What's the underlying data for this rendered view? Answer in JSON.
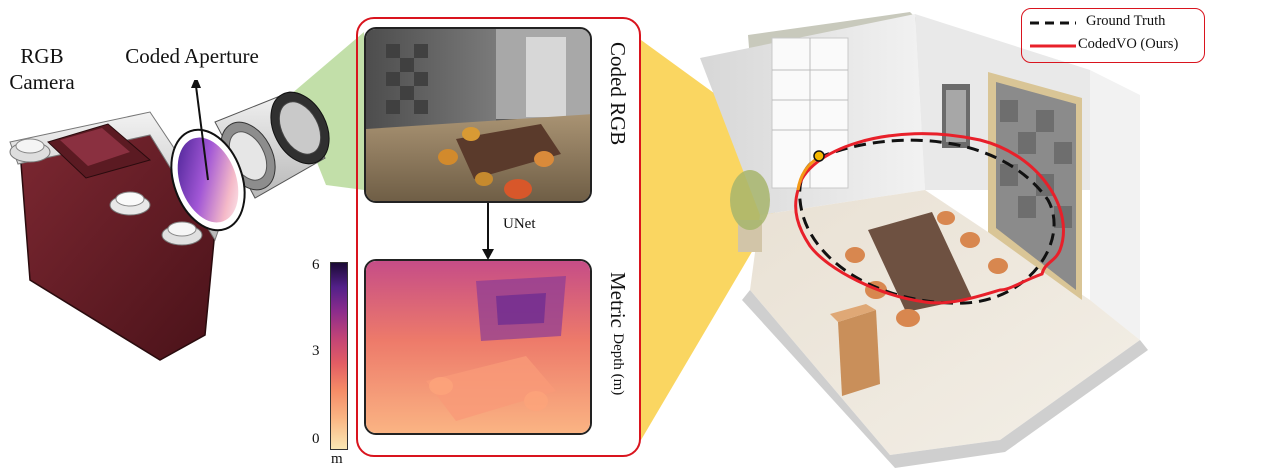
{
  "labels": {
    "camera_line1": "RGB",
    "camera_line2": "Camera",
    "coded_aperture": "Coded Aperture",
    "coded_rgb": "Coded RGB",
    "unet": "UNet",
    "metric_depth_main": "Metric",
    "metric_depth_small": "Depth (m)"
  },
  "colorbar": {
    "ticks": [
      "6",
      "3",
      "0"
    ],
    "unit": "m"
  },
  "legend": {
    "ground_truth": "Ground Truth",
    "ours": "CodedVO (Ours)"
  },
  "colors": {
    "accent_red": "#d9141e",
    "ground_truth": "#111111",
    "ours": "#e8202a",
    "frustum_green": "#b7d99a",
    "frustum_yellow": "#f9cf45"
  }
}
